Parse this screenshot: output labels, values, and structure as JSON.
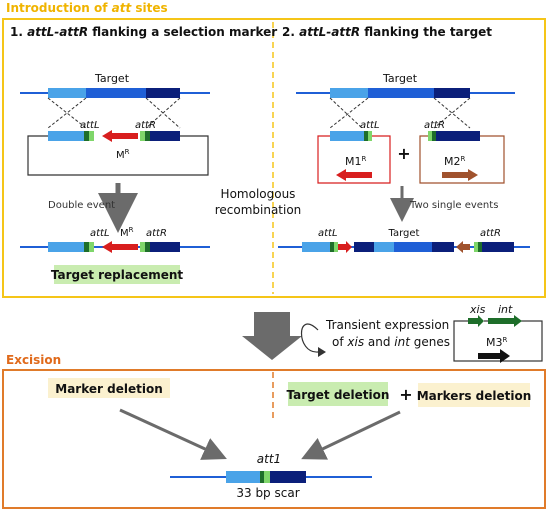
{
  "section1": {
    "title_prefix": "Introduction of ",
    "title_italic": "att",
    "title_suffix": " sites"
  },
  "panel1": {
    "number": "1. ",
    "heading_a": "attL-attR",
    "heading_b": " flanking a selection marker",
    "target": "Target",
    "attL": "attL",
    "attR": "attR",
    "marker": "M",
    "marker_sup": "R",
    "event": "Double event",
    "result": "Target replacement"
  },
  "panel2": {
    "number": "2. ",
    "heading_a": "attL-attR",
    "heading_b": " flanking the target",
    "target": "Target",
    "attL": "attL",
    "attR": "attR",
    "m1": "M1",
    "m2": "M2",
    "sup": "R",
    "plus": "+",
    "event": "Two single events"
  },
  "center": {
    "line1": "Homologous",
    "line2": "recombination"
  },
  "expression": {
    "line1": "Transient expression",
    "line2_a": "of ",
    "xis": "xis",
    "and": " and ",
    "int": "int",
    "line2_b": " genes",
    "plasmid_xis": "xis",
    "plasmid_int": "int",
    "m3": "M3",
    "sup": "R"
  },
  "section2": {
    "title": "Excision",
    "marker_deletion": "Marker deletion",
    "target_deletion": "Target deletion",
    "plus": "+",
    "markers_deletion": "Markers deletion",
    "att1": "att1",
    "scar": "33 bp scar"
  },
  "colors": {
    "yellow_border": "#f5c518",
    "orange_border": "#e07b2a",
    "dna_line": "#1f5fd6",
    "light_blue": "#4aa3e8",
    "mid_blue": "#1f5fd6",
    "dark_blue": "#0b1f7a",
    "dark_green": "#1e6e2a",
    "light_green": "#7fd66a",
    "red": "#d81e1e",
    "brown": "#a0522d",
    "green_box": "#c9ecb0",
    "beige_box": "#fbf1cf",
    "gray": "#6b6b6b"
  }
}
